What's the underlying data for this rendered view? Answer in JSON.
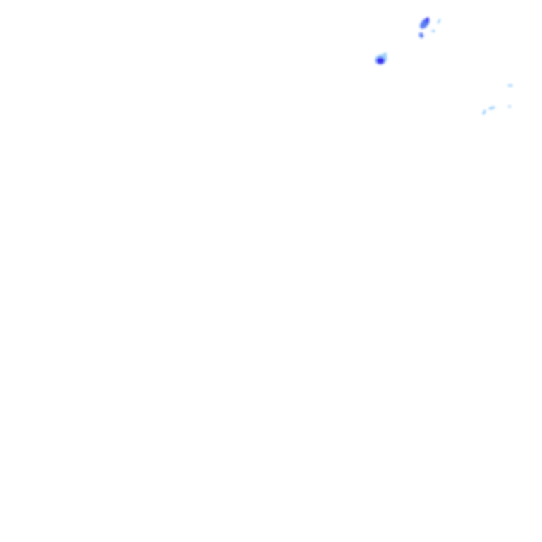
{
  "map": {
    "type": "radar-precipitation-tile",
    "colors": {
      "heavy": "#3a2cf0",
      "moderate": "#5a7df5",
      "light": "#9fd0fb"
    },
    "echoes": [
      {
        "intensity": "heavy",
        "label": "echo-west"
      },
      {
        "intensity": "moderate",
        "label": "echo-north-1"
      },
      {
        "intensity": "moderate",
        "label": "echo-north-2"
      },
      {
        "intensity": "light",
        "label": "echo-north-3"
      },
      {
        "intensity": "light",
        "label": "echo-north-4"
      },
      {
        "intensity": "light",
        "label": "echo-east-1"
      },
      {
        "intensity": "light",
        "label": "echo-east-2"
      },
      {
        "intensity": "light",
        "label": "echo-east-3"
      },
      {
        "intensity": "light",
        "label": "echo-east-4"
      }
    ]
  }
}
